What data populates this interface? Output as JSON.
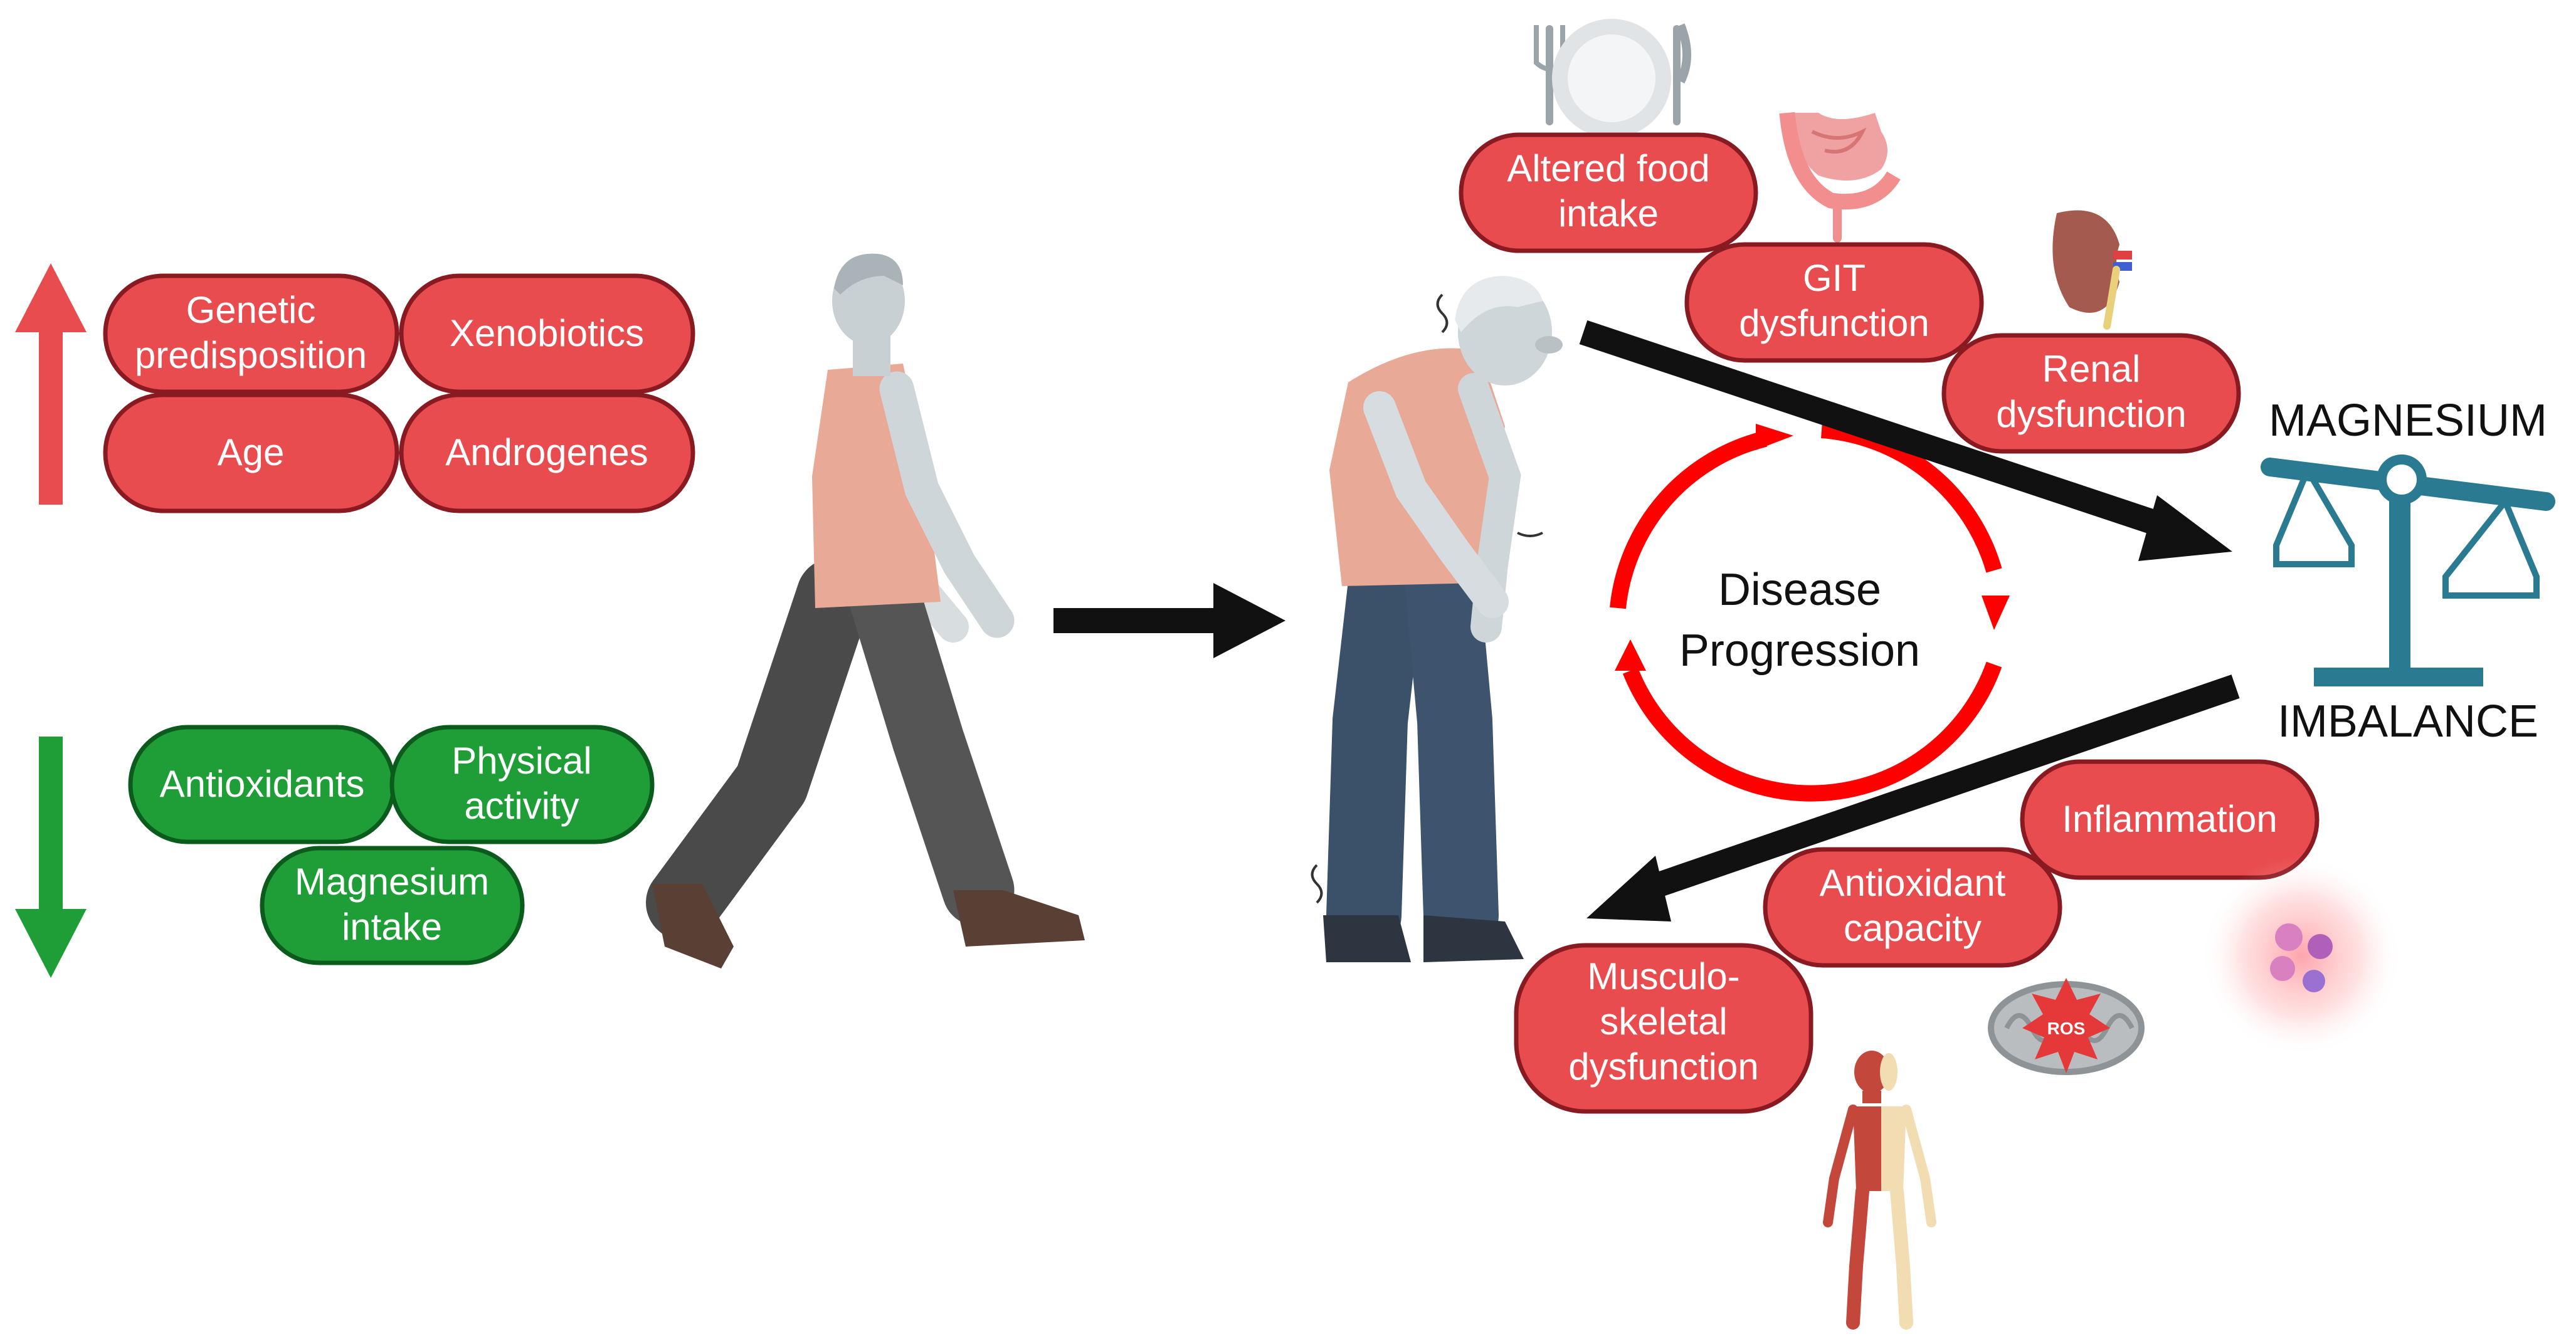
{
  "colors": {
    "increase": "#e84c4f",
    "decrease": "#1f9e37",
    "cycle": "#ff0000",
    "arrow": "#111111",
    "scale": "#2a7a92"
  },
  "risk_factors_increase": [
    "Genetic predisposition",
    "Xenobiotics",
    "Age",
    "Androgenes"
  ],
  "protective_factors_decrease": [
    "Antioxidants",
    "Physical activity",
    "Magnesium intake"
  ],
  "causes": [
    "Altered food intake",
    "GIT dysfunction",
    "Renal dysfunction"
  ],
  "consequences": [
    "Inflammation",
    "Antioxidant capacity",
    "Musculo-skeletal dysfunction"
  ],
  "center": {
    "cycle_label_line1": "Disease",
    "cycle_label_line2": "Progression"
  },
  "balance": {
    "top_label": "MAGNESIUM",
    "bottom_label": "IMBALANCE"
  },
  "icons": {
    "ros_label": "ROS",
    "names": [
      "arrow-up-icon",
      "arrow-down-icon",
      "walking-man-icon",
      "elderly-man-icon",
      "plate-cutlery-icon",
      "intestine-icon",
      "kidney-icon",
      "balance-scale-icon",
      "mitochondria-icon",
      "inflamed-cells-icon",
      "human-anatomy-icon"
    ]
  }
}
